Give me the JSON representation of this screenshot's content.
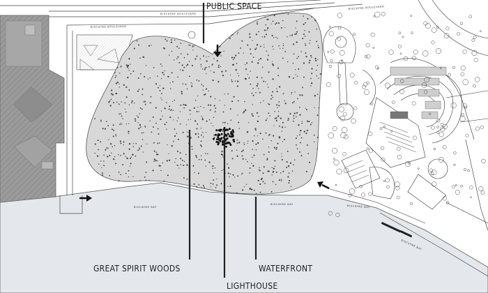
{
  "labels": {
    "public_space": "PUBLIC SPACE",
    "great_spirit_woods": "GREAT SPIRIT WOODS",
    "waterfront": "WATERFRONT",
    "lighthouse": "LIGHTHOUSE"
  },
  "map_text": {
    "boulevard_1": "BISCAYNE BOULEVARD",
    "boulevard_2": "BISCAYNE BOULEVARD",
    "boulevard_3": "BISCAYNE BOULEVARD",
    "bay_1": "BISCAYNE BAY",
    "bay_2": "BISCAYNE BAY",
    "bay_3": "BISCAYNE BAY",
    "bay_4": "BISCAYNE BAY"
  },
  "colors": {
    "water": "#e4e8ec",
    "woods_fill": "#d8d8d8",
    "building": "#9a9a9a",
    "line": "#333333"
  }
}
